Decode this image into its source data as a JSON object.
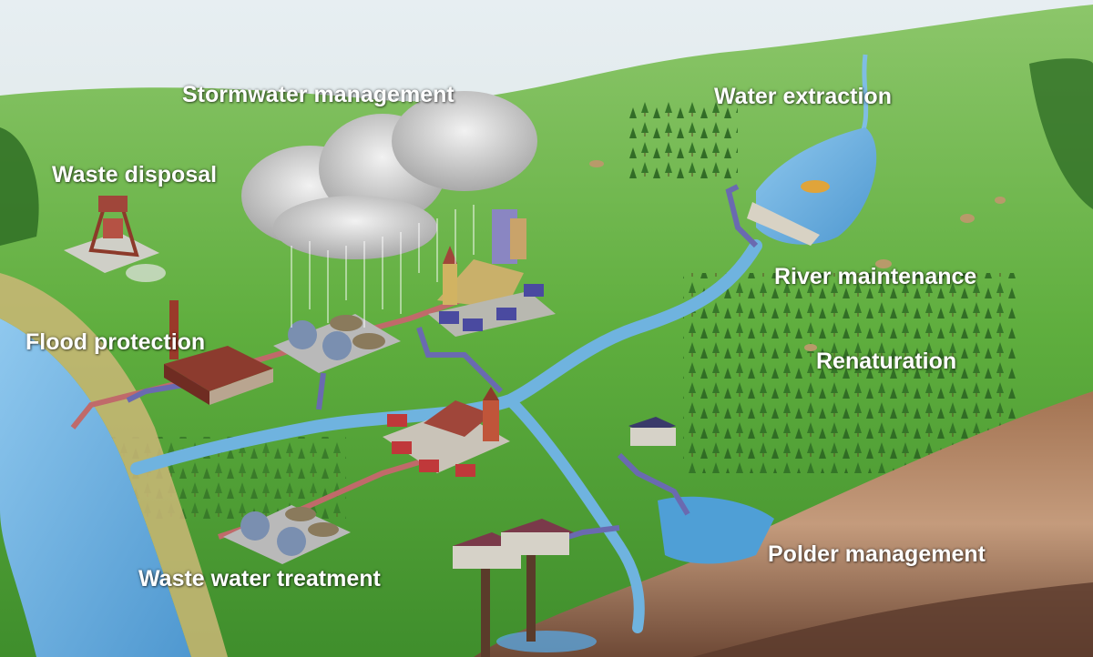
{
  "labels": {
    "stormwater": "Stormwater management",
    "waste_disposal": "Waste disposal",
    "flood": "Flood protection",
    "waste_water": "Waste water treatment",
    "extraction": "Water extraction",
    "river": "River maintenance",
    "renaturation": "Renaturation",
    "polder": "Polder management"
  },
  "colors": {
    "sky": "#dfe9ee",
    "grass": "#5aa83a",
    "grass_dark": "#3f8a2c",
    "water": "#6fb3df",
    "soil": "#8a5a3c",
    "cloud": "#d9d9d9"
  }
}
